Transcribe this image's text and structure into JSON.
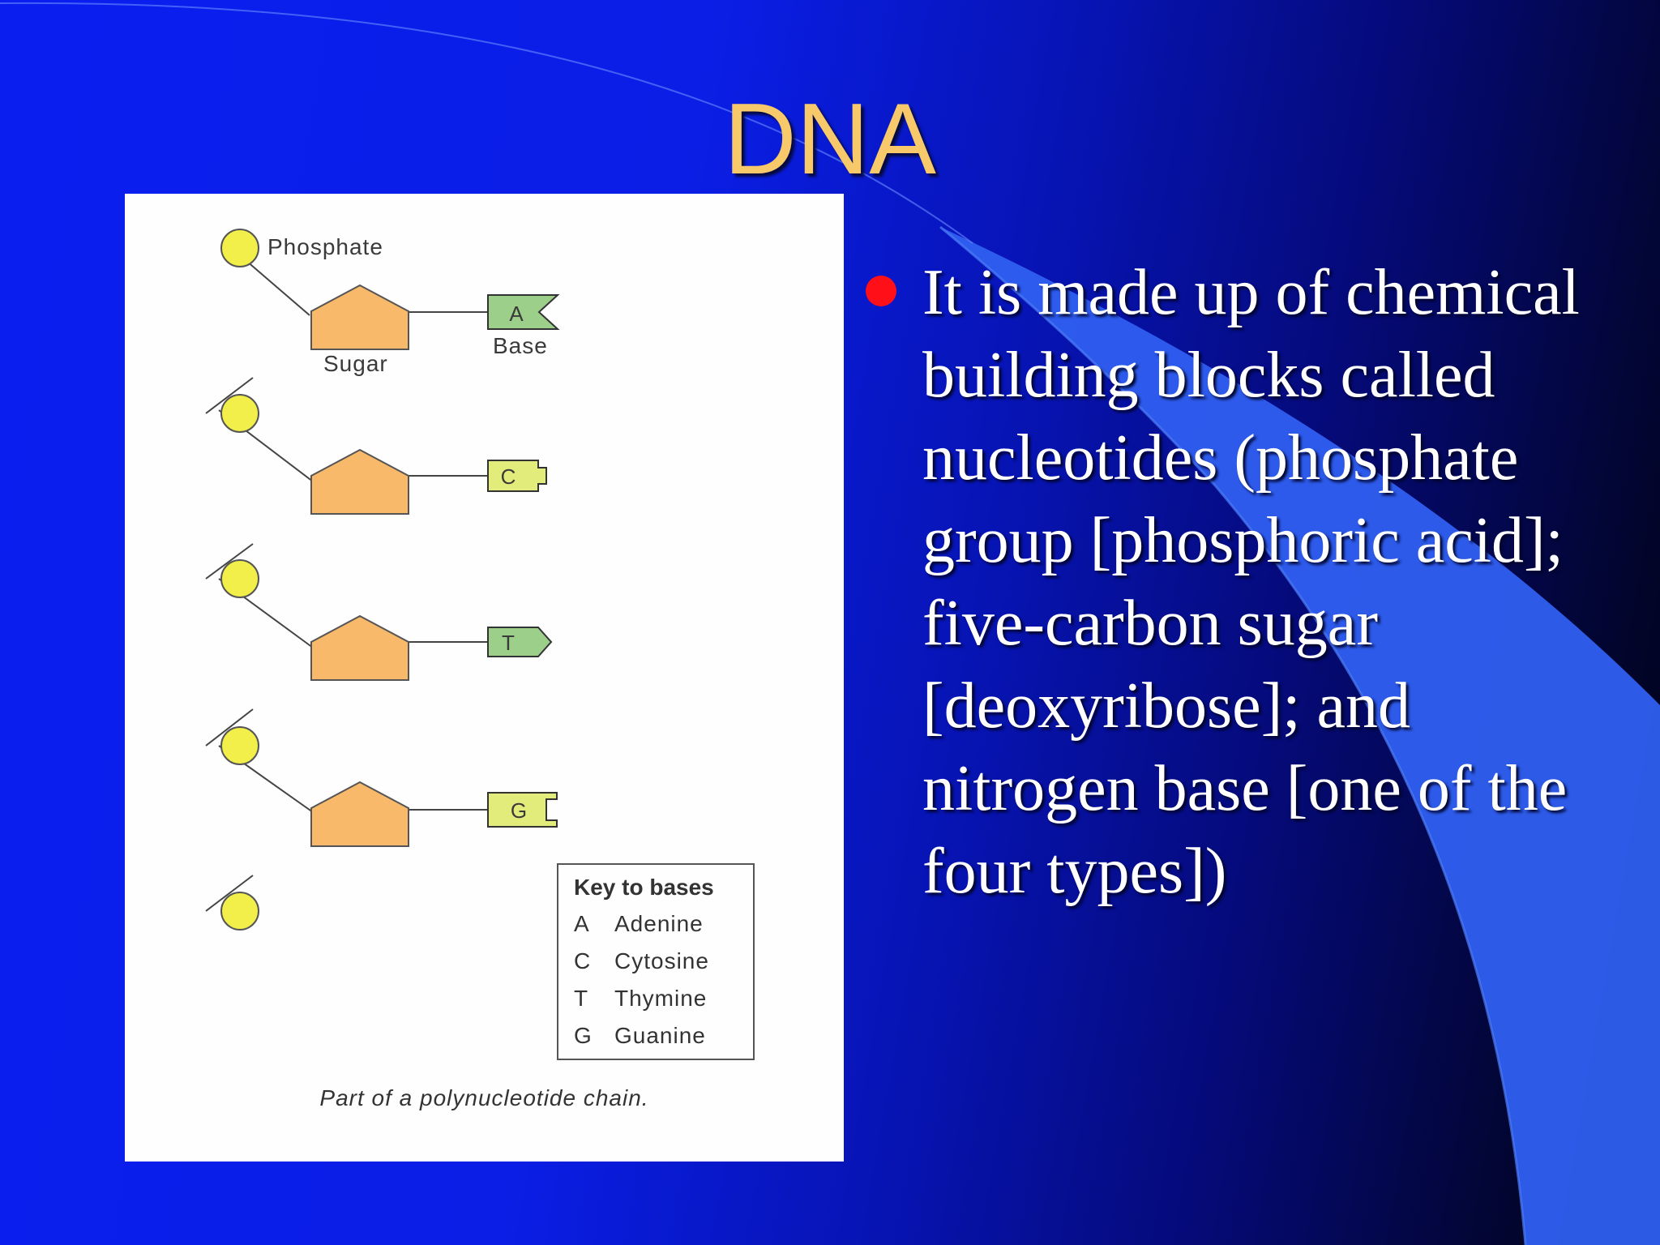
{
  "slide": {
    "title": "DNA",
    "bullet": "It is made up of chemical building blocks called nucleotides (phosphate group [phosphoric acid]; five-carbon sugar [deoxyribose]; and nitrogen base [one of the four types])",
    "colors": {
      "title": "#f7c96a",
      "bullet_dot": "#ff1018",
      "background_start": "#0a1ef0",
      "background_end": "#000010",
      "sugar": "#f8b96a",
      "phosphate": "#f2ee4a",
      "base_A": "#9ccf8a",
      "base_C": "#e2ec7a",
      "base_T": "#9ccf8a",
      "base_G": "#e2ec7a"
    }
  },
  "figure": {
    "labels": {
      "phosphate": "Phosphate",
      "sugar": "Sugar",
      "base": "Base"
    },
    "bases": [
      "A",
      "C",
      "T",
      "G"
    ],
    "key": {
      "title": "Key to bases",
      "entries": [
        {
          "abbr": "A",
          "name": "Adenine"
        },
        {
          "abbr": "C",
          "name": "Cytosine"
        },
        {
          "abbr": "T",
          "name": "Thymine"
        },
        {
          "abbr": "G",
          "name": "Guanine"
        }
      ]
    },
    "caption": "Part of a polynucleotide chain."
  }
}
